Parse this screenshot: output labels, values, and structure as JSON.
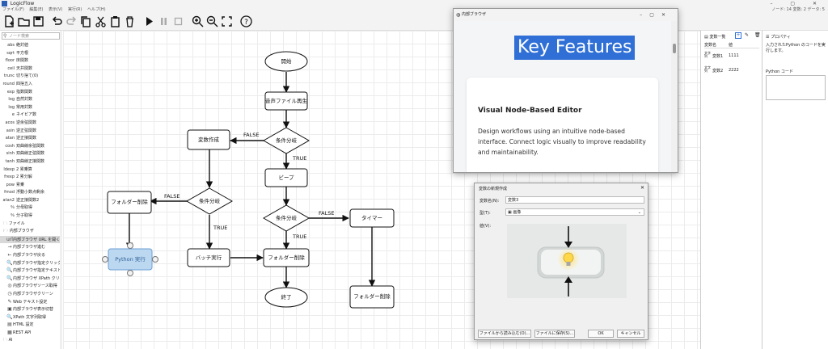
{
  "window": {
    "title": "LogicFlow",
    "controls": "–  ▢  ✕"
  },
  "menu": [
    "ファイル(F)",
    "編集(E)",
    "表示(V)",
    "実行(R)",
    "ヘルプ(H)"
  ],
  "status_right": "ノード: 14  変数: 2  データ: 5",
  "toolbar": [
    {
      "name": "new-file-icon",
      "glyph": "new"
    },
    {
      "name": "open-folder-icon",
      "glyph": "open"
    },
    {
      "name": "save-icon",
      "glyph": "save"
    },
    {
      "name": "undo-icon",
      "glyph": "undo"
    },
    {
      "name": "redo-icon",
      "glyph": "redo"
    },
    {
      "name": "copy-icon",
      "glyph": "copy"
    },
    {
      "name": "cut-icon",
      "glyph": "cut"
    },
    {
      "name": "paste-icon",
      "glyph": "paste"
    },
    {
      "name": "delete-icon",
      "glyph": "delete"
    },
    {
      "name": "run-icon",
      "glyph": "run"
    },
    {
      "name": "pause-icon",
      "glyph": "pause"
    },
    {
      "name": "stop-icon",
      "glyph": "stop"
    },
    {
      "name": "zoom-in-icon",
      "glyph": "zoomin"
    },
    {
      "name": "zoom-out-icon",
      "glyph": "zoomout"
    },
    {
      "name": "fit-icon",
      "glyph": "fit"
    },
    {
      "name": "help-icon",
      "glyph": "help"
    }
  ],
  "sidebar": {
    "search_placeholder": "ノード検索",
    "items": [
      {
        "fn": "abs",
        "label": "絶対値"
      },
      {
        "fn": "sqrt",
        "label": "平方根"
      },
      {
        "fn": "floor",
        "label": "床関数"
      },
      {
        "fn": "ceil",
        "label": "天井関数"
      },
      {
        "fn": "trunc",
        "label": "切り捨て(0)"
      },
      {
        "fn": "round",
        "label": "四捨五入"
      },
      {
        "fn": "exp",
        "label": "指数関数"
      },
      {
        "fn": "log",
        "label": "自然対数"
      },
      {
        "fn": "log",
        "label": "常用対数"
      },
      {
        "fn": "e",
        "label": "ネイピア数"
      },
      {
        "fn": "acos",
        "label": "逆余弦関数"
      },
      {
        "fn": "asin",
        "label": "逆正弦関数"
      },
      {
        "fn": "atan",
        "label": "逆正接関数"
      },
      {
        "fn": "cosh",
        "label": "双曲線余弦関数"
      },
      {
        "fn": "sinh",
        "label": "双曲線正弦関数"
      },
      {
        "fn": "tanh",
        "label": "双曲線正接関数"
      },
      {
        "fn": "ldexp",
        "label": "2 累乗算"
      },
      {
        "fn": "frexp",
        "label": "2 累分解"
      },
      {
        "fn": "pow",
        "label": "累乗"
      },
      {
        "fn": "fmod",
        "label": "浮動小数点剰余"
      },
      {
        "fn": "atan2",
        "label": "逆正接関数2"
      },
      {
        "fn": "％",
        "label": "分母取得"
      },
      {
        "fn": "％",
        "label": "分子取得"
      }
    ],
    "categories": [
      {
        "icon": "folder",
        "label": "ファイル"
      },
      {
        "icon": "folder-open",
        "label": "内部ブラウザ"
      }
    ],
    "browser_items": [
      {
        "icon": "url",
        "label": "内部ブラウザ URL を開く",
        "selected": true
      },
      {
        "icon": "→",
        "label": "内部ブラウザ進む"
      },
      {
        "icon": "←",
        "label": "内部ブラウザ戻る"
      },
      {
        "icon": "🔍",
        "label": "内部ブラウザ指定クリック"
      },
      {
        "icon": "🔍",
        "label": "内部ブラウザ指定テキスト"
      },
      {
        "icon": "🔍",
        "label": "内部ブラウザ XPath クリック"
      },
      {
        "icon": "◎",
        "label": "内部ブラウザソース取得"
      },
      {
        "icon": "◷",
        "label": "内部ブラウザクリーン"
      },
      {
        "icon": "✎",
        "label": "Web テキスト設定"
      },
      {
        "icon": "▣",
        "label": "内部ブラウザ表示切替"
      },
      {
        "icon": "🔍",
        "label": "XPath 文字列取得"
      },
      {
        "icon": "▤",
        "label": "HTML 設定"
      },
      {
        "icon": "▦",
        "label": "REST API"
      }
    ],
    "last_category": {
      "icon": "folder",
      "label": "AI"
    }
  },
  "flow": {
    "start": "開始",
    "play_sound": "音声ファイル再生",
    "branch": "条件分岐",
    "create_var": "変数作成",
    "beep": "ビープ",
    "delete_folder": "フォルダー削除",
    "python_run": "Python 実行",
    "batch_run": "バッチ実行",
    "timer": "タイマー",
    "end": "終了",
    "true_label": "TRUE",
    "false_label": "FALSE"
  },
  "variables": {
    "title": "変数一覧",
    "col_name": "変数名",
    "col_value": "値",
    "rows": [
      {
        "type": "文字列",
        "name": "変数1",
        "value": "1111"
      },
      {
        "type": "文字列",
        "name": "変数2",
        "value": "2222"
      }
    ]
  },
  "properties": {
    "title": "プロパティ",
    "description": "入力されたPython のコードを実行します。",
    "code_label": "Python コード"
  },
  "browser": {
    "title": "内部ブラウザ",
    "heading": "Key Features",
    "card_title": "Visual Node-Based Editor",
    "card_text": "Design workflows using an intuitive node-based interface. Connect logic visually to improve readability and maintainability."
  },
  "dialog": {
    "title": "変数の新規作成",
    "name_label": "変数名(N):",
    "name_value": "変数3",
    "type_label": "型(T):",
    "type_value": "画像",
    "value_label": "値(V):",
    "btn_load": "ファイルから読み込む(O)...",
    "btn_save": "ファイルに保存(S)...",
    "btn_ok": "OK",
    "btn_cancel": "キャンセル"
  },
  "colors": {
    "accent": "#2f6fd6",
    "selected_node": "#bcd7f0",
    "selected_node_border": "#6a9fd4"
  }
}
